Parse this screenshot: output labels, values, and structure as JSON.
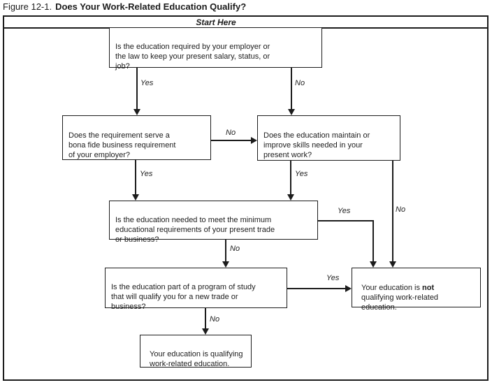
{
  "title": {
    "prefix": "Figure 12-1.",
    "heading": "Does Your Work-Related Education Qualify?"
  },
  "colors": {
    "ink": "#1c1c1c",
    "paper": "#ffffff"
  },
  "flow": {
    "start_label": "Start Here",
    "nodes": {
      "q1": {
        "text": "Is the education required by your employer or\nthe law to keep your present salary, status, or\njob?"
      },
      "q2": {
        "text": "Does the requirement serve a\nbona fide business requirement\nof your employer?"
      },
      "q3": {
        "text": "Does the education maintain or\nimprove skills needed in your\npresent work?"
      },
      "q4": {
        "text": "Is the education needed to meet the minimum\neducational requirements of your present trade\nor business?"
      },
      "q5": {
        "text": "Is the education part of a program of study\nthat will qualify you for a new trade or\nbusiness?"
      },
      "not_qualifying": {
        "text_before": "Your education is ",
        "text_bold": "not",
        "text_after": "\nqualifying work-related\neducation."
      },
      "qualifying": {
        "text": "Your education is qualifying\nwork-related education."
      }
    },
    "edges": [
      {
        "from": "q1",
        "to": "q2",
        "label": "Yes"
      },
      {
        "from": "q1",
        "to": "q3",
        "label": "No"
      },
      {
        "from": "q2",
        "to": "q3",
        "label": "No"
      },
      {
        "from": "q2",
        "to": "q4",
        "label": "Yes"
      },
      {
        "from": "q3",
        "to": "q4",
        "label": "Yes"
      },
      {
        "from": "q3",
        "to": "not_qualifying",
        "label": "No"
      },
      {
        "from": "q4",
        "to": "not_qualifying",
        "label": "Yes"
      },
      {
        "from": "q4",
        "to": "q5",
        "label": "No"
      },
      {
        "from": "q5",
        "to": "not_qualifying",
        "label": "Yes"
      },
      {
        "from": "q5",
        "to": "qualifying",
        "label": "No"
      }
    ]
  }
}
